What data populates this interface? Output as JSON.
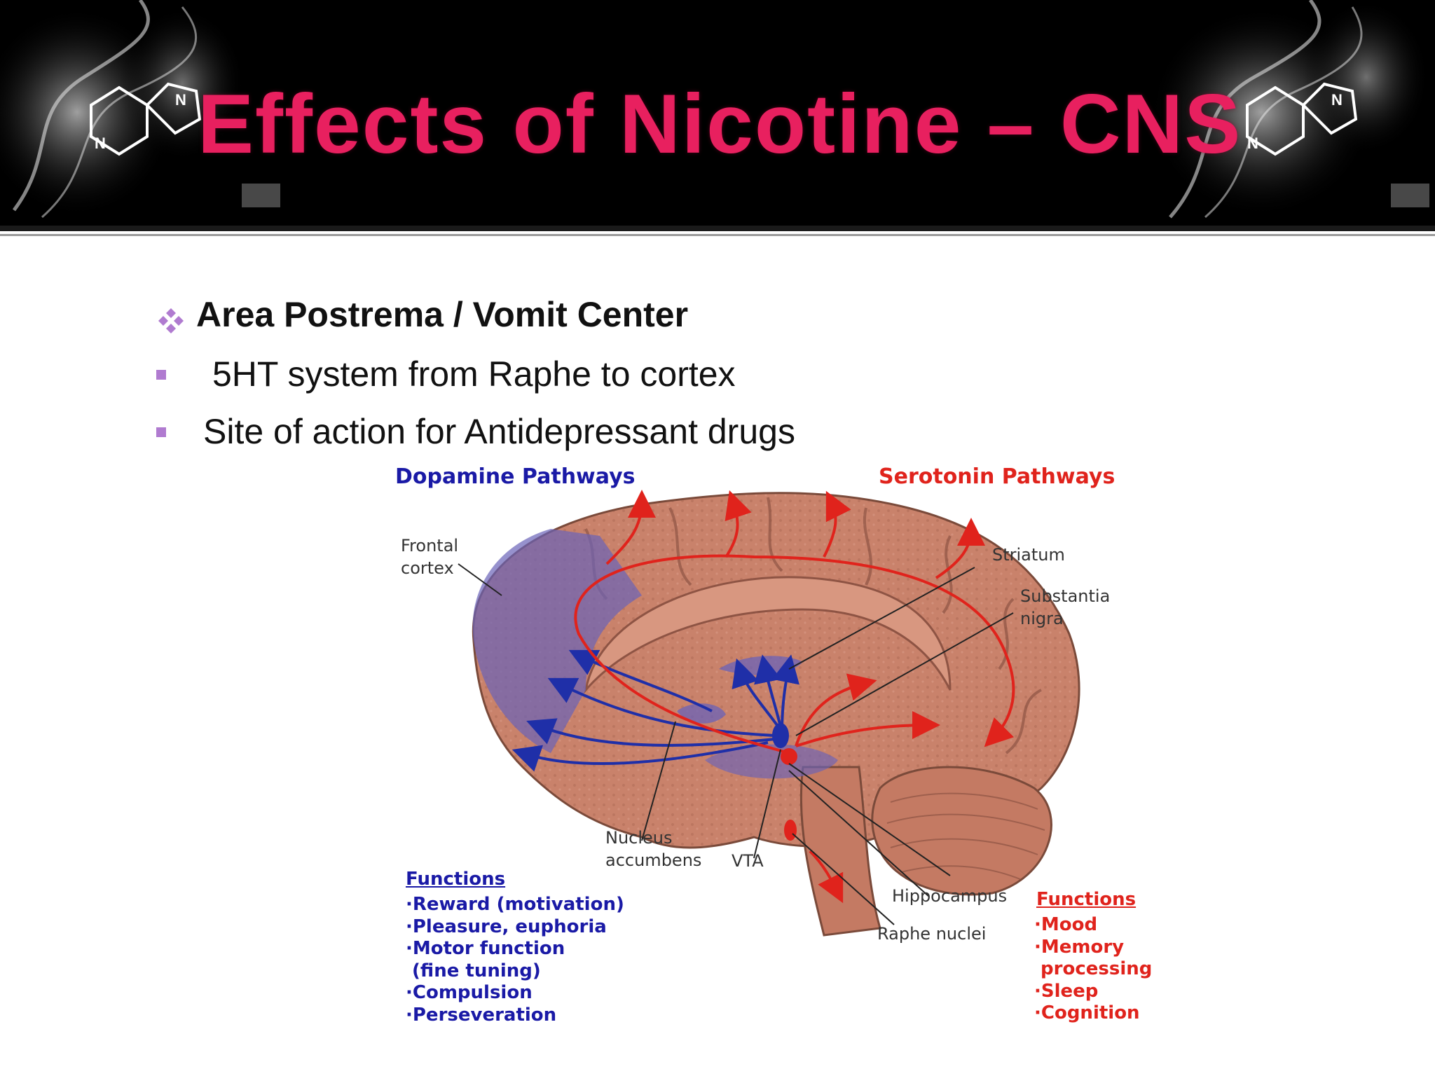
{
  "slide": {
    "title": "Effects of Nicotine – CNS",
    "bullets": [
      {
        "text": "Area Postrema / Vomit Center",
        "marker": "diamond-bullet-icon"
      },
      {
        "text": "5HT system from Raphe to cortex",
        "marker": "square-bullet-icon"
      },
      {
        "text": "Site of action for  Antidepressant drugs",
        "marker": "square-bullet-icon"
      }
    ],
    "colors": {
      "title": "#e8205f",
      "bullet_marker": "#b07bd0",
      "banner": "#000000"
    }
  },
  "diagram": {
    "dopamine_header": "Dopamine Pathways",
    "serotonin_header": "Serotonin Pathways",
    "labels": {
      "frontal_cortex": "Frontal\ncortex",
      "striatum": "Striatum",
      "substantia_nigra": "Substantia\nnigra",
      "nucleus_accumbens": "Nucleus\naccumbens",
      "vta": "VTA",
      "hippocampus": "Hippocampus",
      "raphe_nuclei": "Raphe nuclei"
    },
    "dopamine_functions": {
      "title": "Functions",
      "items": [
        "·Reward (motivation)",
        "·Pleasure, euphoria",
        "·Motor function",
        " (fine tuning)",
        "·Compulsion",
        "·Perseveration"
      ]
    },
    "serotonin_functions": {
      "title": "Functions",
      "items": [
        "·Mood",
        "·Memory",
        " processing",
        "·Sleep",
        "·Cognition"
      ]
    },
    "colors": {
      "dopamine": "#1a1aa6",
      "serotonin": "#e0231c",
      "brain": "#c9826b"
    }
  }
}
